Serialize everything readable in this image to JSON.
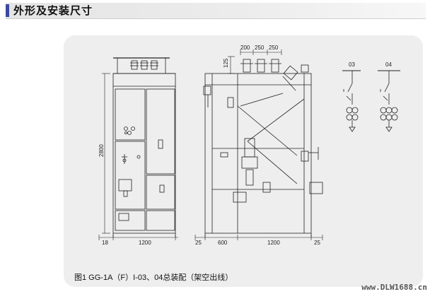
{
  "header": {
    "title": "外形及安装尺寸",
    "accent_color": "#3b4aa0"
  },
  "dimensions": {
    "front_height": "2800",
    "front_side_gap": "18",
    "front_width": "1200",
    "side_top_widths": [
      "200",
      "250",
      "250"
    ],
    "side_top_height": "125",
    "side_bottom": [
      "25",
      "600",
      "1200",
      "25"
    ]
  },
  "schemes": [
    {
      "number": "03"
    },
    {
      "number": "04"
    }
  ],
  "caption": "图1 GG-1A（F）I-03、04总装配（架空出线）",
  "watermark": "www.DLW1688.cn"
}
